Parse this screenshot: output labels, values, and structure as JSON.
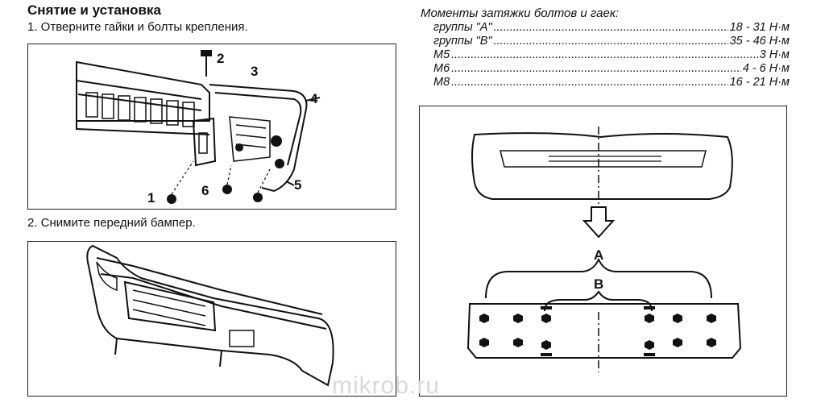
{
  "heading": "Снятие и установка",
  "step1": "1. Отверните гайки и болты крепления.",
  "step2": "2. Снимите передний бампер.",
  "torque": {
    "title": "Моменты затяжки болтов и гаек:",
    "rows": [
      {
        "label": "группы \"A\"",
        "value": "18 - 31 Н·м"
      },
      {
        "label": "группы \"B\"",
        "value": "35 - 46 Н·м"
      },
      {
        "label": "M5",
        "value": "3 Н·м"
      },
      {
        "label": "M6",
        "value": "4 - 6 Н·м"
      },
      {
        "label": "M8",
        "value": "16 - 21 Н·м"
      }
    ]
  },
  "figure1": {
    "callouts": {
      "c1": "1",
      "c2": "2",
      "c3": "3",
      "c4": "4",
      "c5": "5",
      "c6": "6"
    }
  },
  "figure3": {
    "group_a": "A",
    "group_b": "B"
  },
  "watermark": "mikrob.ru"
}
